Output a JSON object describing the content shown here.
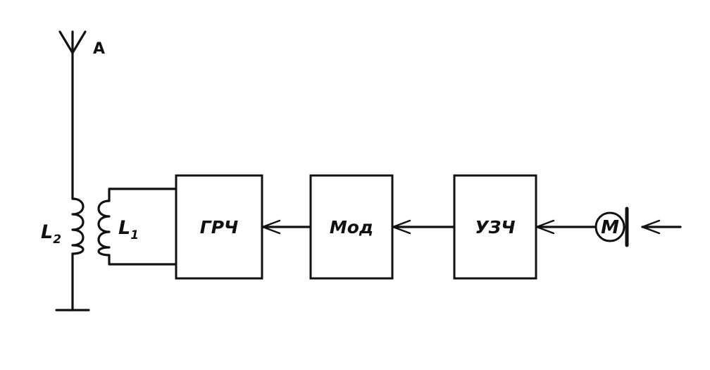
{
  "antenna": {
    "label": "A"
  },
  "coils": [
    {
      "letter": "L",
      "sub": "2"
    },
    {
      "letter": "L",
      "sub": "1"
    }
  ],
  "blocks": [
    {
      "label": "ГРЧ"
    },
    {
      "label": "Мод"
    },
    {
      "label": "УЗЧ"
    }
  ],
  "microphone": {
    "label": "М"
  }
}
